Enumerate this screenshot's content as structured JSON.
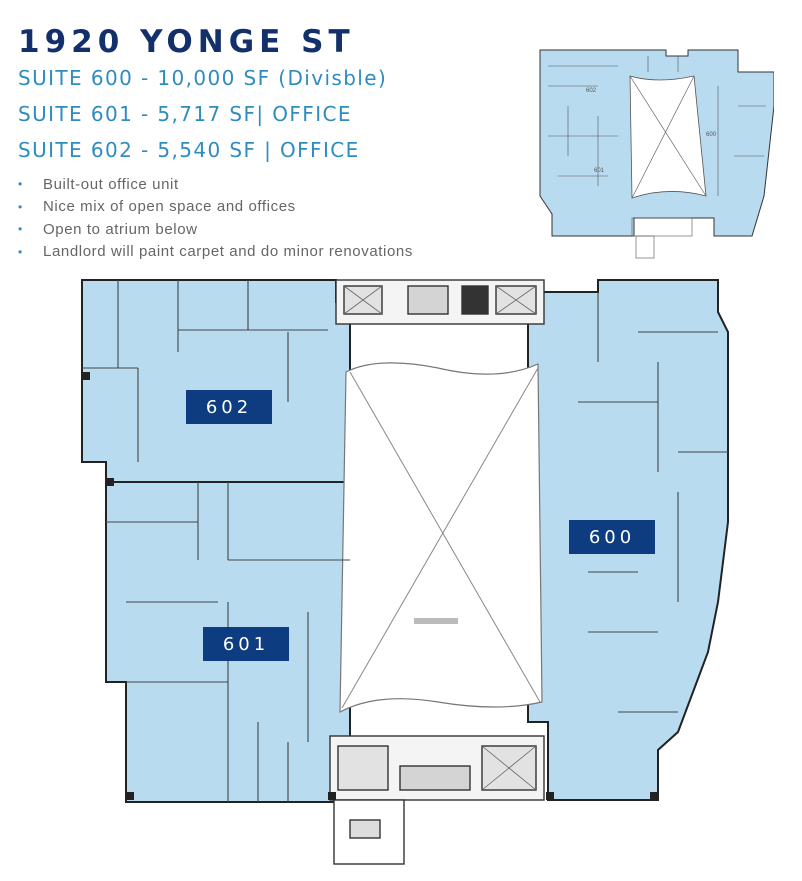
{
  "header": {
    "title": "1920 YONGE ST",
    "suites": [
      "SUITE 600 - 10,000 SF (Divisble)",
      "SUITE 601 - 5,717 SF| OFFICE",
      "SUITE 602 - 5,540 SF | OFFICE"
    ],
    "bullets": [
      "Built-out office unit",
      "Nice mix of open space and offices",
      "Open to atrium below",
      "Landlord will paint carpet and do minor renovations"
    ]
  },
  "thumbnail": {
    "label_600": "600",
    "label_601": "601",
    "label_602": "602"
  },
  "plan": {
    "label_600": "600",
    "label_601": "601",
    "label_602": "602"
  },
  "colors": {
    "title": "#13306a",
    "subtitle": "#2e8cbf",
    "suite_fill": "#b8dbf0",
    "label_bg": "#0e3c80",
    "walls": "#1f1f1f"
  }
}
